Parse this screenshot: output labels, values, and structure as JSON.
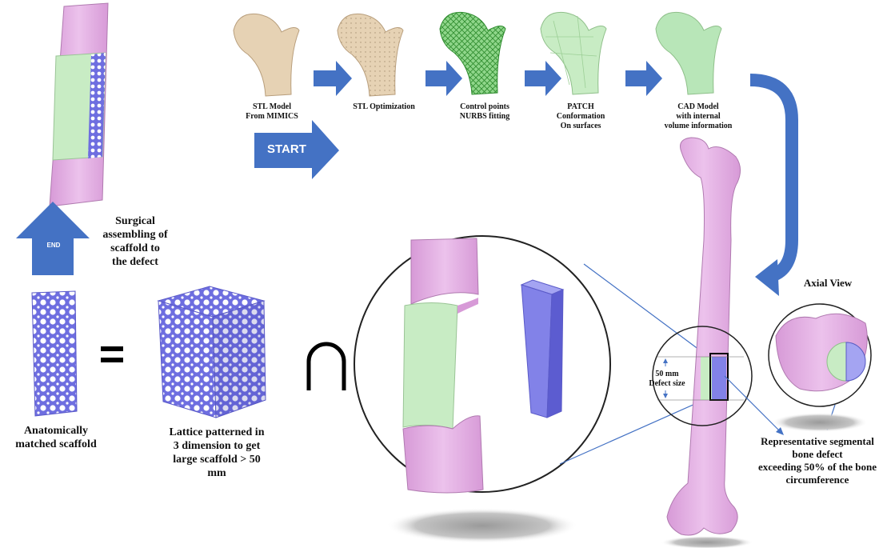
{
  "workflow": {
    "steps": [
      {
        "label": "STL Model\nFrom MIMICS"
      },
      {
        "label": "STL Optimization"
      },
      {
        "label": "Control points\nNURBS fitting"
      },
      {
        "label": "PATCH\nConformation\nOn surfaces"
      },
      {
        "label": "CAD Model\nwith internal\nvolume information"
      }
    ],
    "start_label": "START",
    "end_label": "END"
  },
  "captions": {
    "surgical": "Surgical\nassembling of\nscaffold to\nthe defect",
    "anatomical": "Anatomically\nmatched scaffold",
    "lattice": "Lattice patterned in\n3 dimension to get\nlarge scaffold > 50\nmm",
    "axial": "Axial View",
    "defect_size": "50 mm\nDefect size",
    "representative": "Representative segmental\nbone defect\nexceeding 50% of the bone\ncircumference"
  },
  "symbols": {
    "equals": "=",
    "intersection": "∩"
  },
  "colors": {
    "bone_pink": "#e6aee6",
    "green_insert": "#c8ecc4",
    "scaffold_blue": "#8282e8",
    "arrow_blue": "#4472c4",
    "stl_beige": "#e6d2b4"
  }
}
